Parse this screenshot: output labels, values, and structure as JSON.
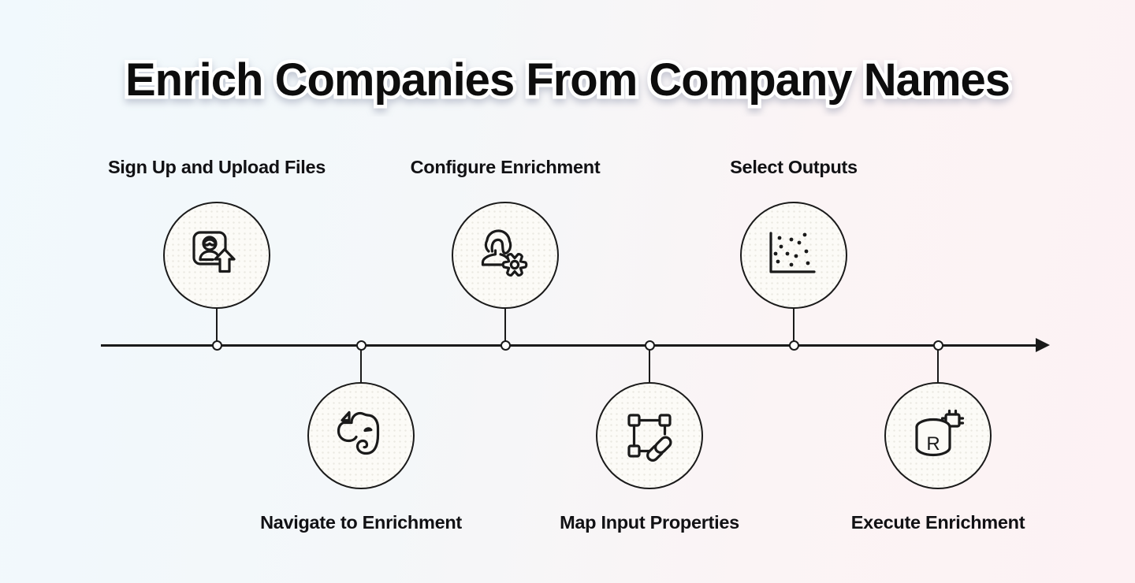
{
  "title": "Enrich Companies From Company Names",
  "timeline": {
    "direction": "left-to-right",
    "node_count": 6,
    "arrowhead": "right"
  },
  "steps": [
    {
      "label": "Sign Up and Upload Files",
      "icon": "profile-card-upload-icon",
      "position": "above"
    },
    {
      "label": "Navigate to  Enrichment",
      "icon": "evernote-elephant-icon",
      "position": "below"
    },
    {
      "label": "Configure Enrichment",
      "icon": "user-gear-icon",
      "position": "above"
    },
    {
      "label": "Map Input Properties",
      "icon": "selection-frame-link-icon",
      "position": "below"
    },
    {
      "label": "Select Outputs",
      "icon": "scatter-plot-icon",
      "position": "above"
    },
    {
      "label": "Execute Enrichment",
      "icon": "database-run-icon",
      "position": "below"
    }
  ],
  "colors": {
    "background_left": "#f1f9fd",
    "background_right": "#fdf2f4",
    "line": "#1a1a1a",
    "text": "#111114",
    "title_fill": "#0d0d0f",
    "title_outline": "#ffffff",
    "circle_fill": "#fcfbf7",
    "node_fill": "#ffffff"
  }
}
